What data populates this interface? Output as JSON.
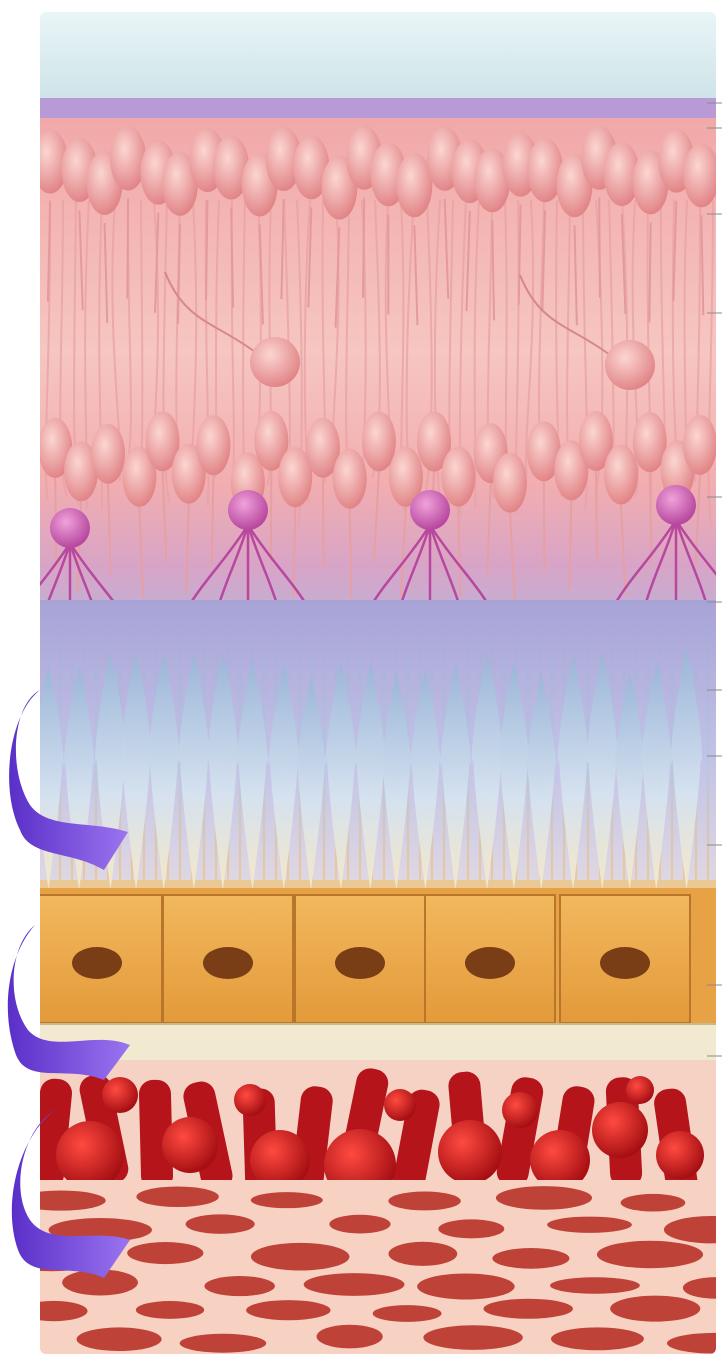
{
  "figure": {
    "subject": "",
    "layers": [
      {
        "id": "inner-limiting-membrane",
        "name": ""
      },
      {
        "id": "nerve-fiber-layer",
        "name": ""
      },
      {
        "id": "ganglion-cell-layer",
        "name": ""
      },
      {
        "id": "inner-plexiform-layer",
        "name": ""
      },
      {
        "id": "inner-nuclear-layer",
        "name": ""
      },
      {
        "id": "outer-plexiform-layer",
        "name": ""
      },
      {
        "id": "photoreceptor-layer",
        "name": ""
      },
      {
        "id": "retinal-pigment-epithelium",
        "name": ""
      },
      {
        "id": "bruchs-membrane",
        "name": ""
      },
      {
        "id": "choriocapillaris",
        "name": ""
      },
      {
        "id": "choroid",
        "name": ""
      }
    ],
    "colors": {
      "vitreous_top": "#dfeff2",
      "ilm_band": "#b79ad3",
      "retina_pink": "#f2b0ad",
      "bipolar_cell": "#e59090",
      "ganglion_cell": "#dd7c80",
      "amacrine_cell": "#c04fa8",
      "photoreceptor_blue": "#a8b8dd",
      "photoreceptor_tip": "#e8eef8",
      "rpe_orange": "#eba94a",
      "nucleus_brown": "#7a3e16",
      "bruch_membrane": "#f1ead0",
      "vessel_red": "#c8141a",
      "choroid_bg": "#f7d0c0",
      "choroid_blob": "#b8322a",
      "ribbon_purple": "#7b4fe0"
    },
    "icons": [
      "ribbon-arrow-icon"
    ]
  }
}
